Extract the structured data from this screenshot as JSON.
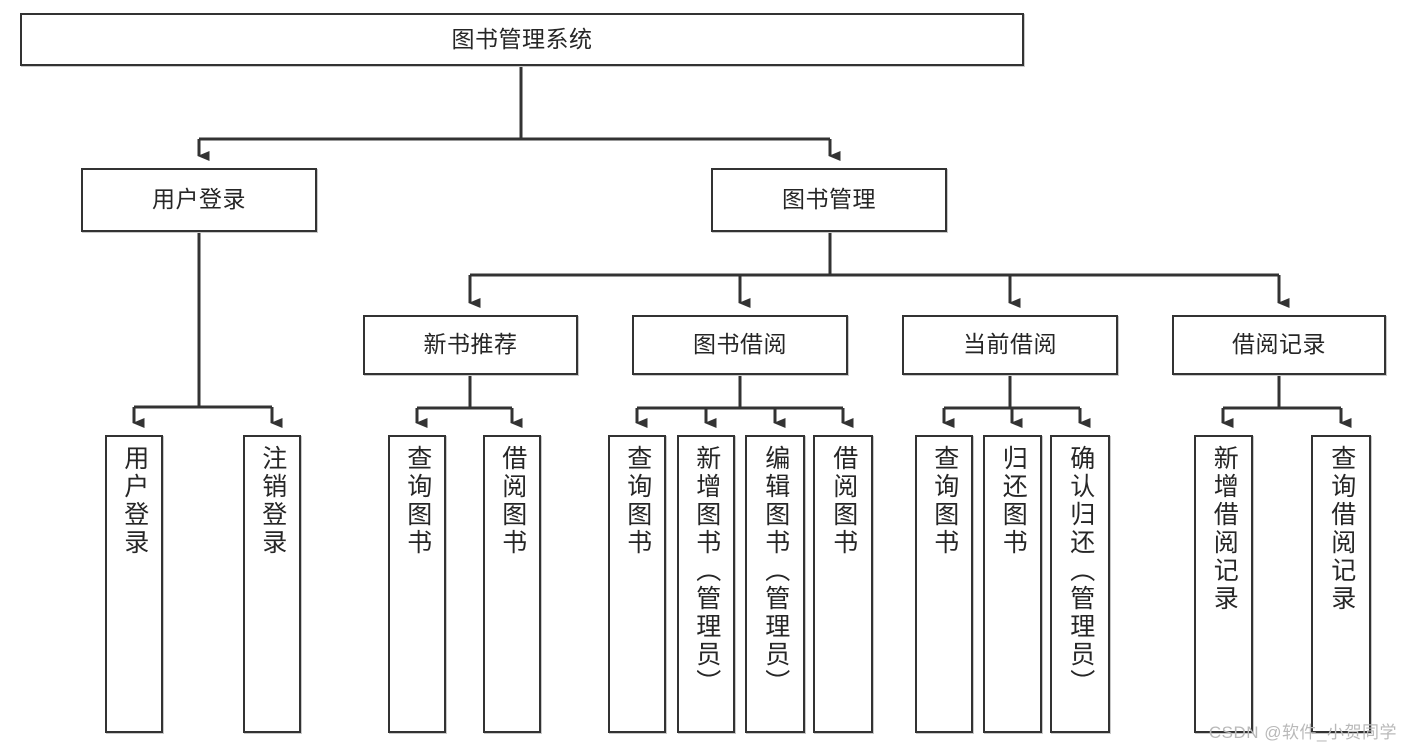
{
  "diagram": {
    "title": "图书管理系统",
    "type": "tree-hierarchy",
    "watermark": "CSDN @软件_小贺同学",
    "line_color": "#333333",
    "box_fill": "#ffffff",
    "text_color": "#262626",
    "levels": {
      "root": {
        "label": "图书管理系统"
      },
      "level2": [
        {
          "label": "用户登录"
        },
        {
          "label": "图书管理"
        }
      ],
      "level3": [
        {
          "label": "新书推荐"
        },
        {
          "label": "图书借阅"
        },
        {
          "label": "当前借阅"
        },
        {
          "label": "借阅记录"
        }
      ],
      "leaves": {
        "user_login": [
          {
            "label": "用户登录"
          },
          {
            "label": "注销登录"
          }
        ],
        "new_book": [
          {
            "label": "查询图书"
          },
          {
            "label": "借阅图书"
          }
        ],
        "book_borrow": [
          {
            "label": "查询图书"
          },
          {
            "label": "新增图书（管理员）"
          },
          {
            "label": "编辑图书（管理员）"
          },
          {
            "label": "借阅图书"
          }
        ],
        "current_borrow": [
          {
            "label": "查询图书"
          },
          {
            "label": "归还图书"
          },
          {
            "label": "确认归还（管理员）"
          }
        ],
        "borrow_record": [
          {
            "label": "新增借阅记录"
          },
          {
            "label": "查询借阅记录"
          }
        ]
      }
    }
  }
}
